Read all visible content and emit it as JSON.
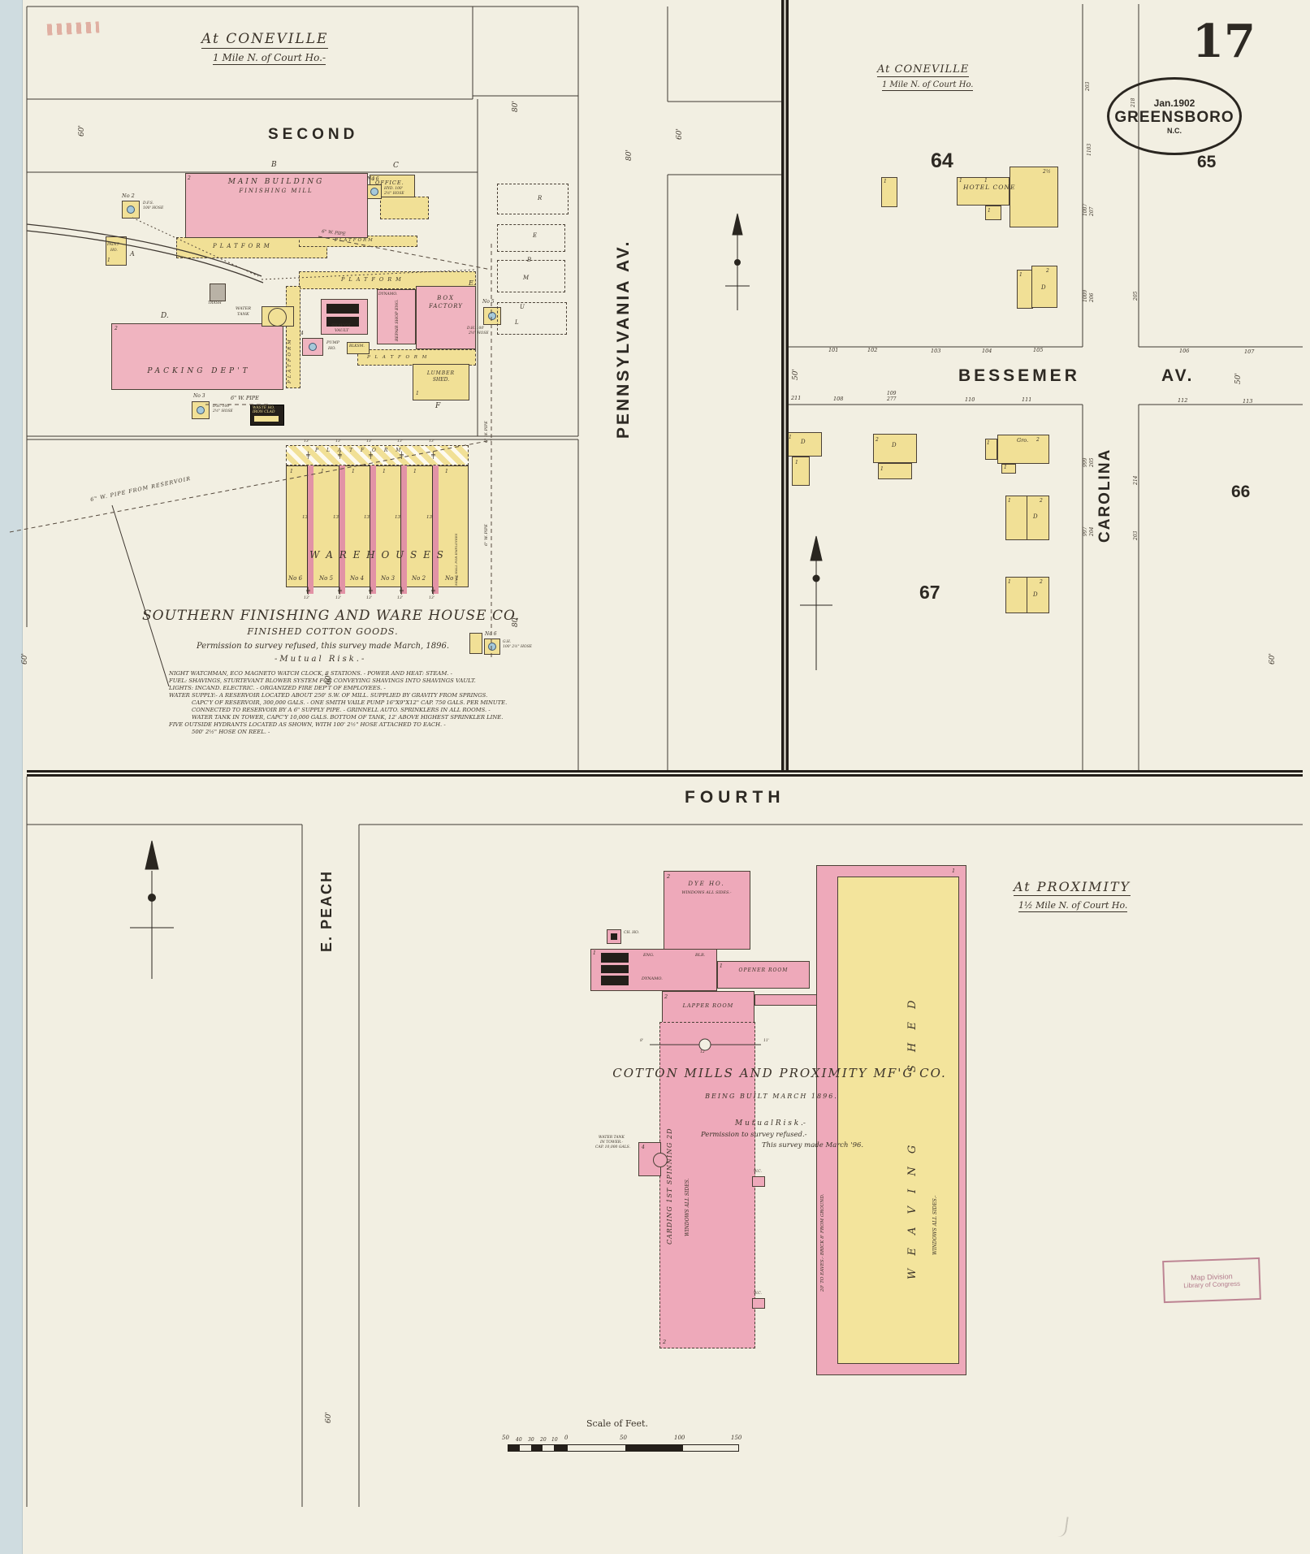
{
  "sheet": {
    "number": "17"
  },
  "oval": {
    "date": "Jan.1902",
    "city": "GREENSBORO",
    "state": "N.C."
  },
  "headers": {
    "left": {
      "title": "At CONEVILLE",
      "sub": "1 Mile N. of Court Ho.-"
    },
    "right": {
      "title": "At CONEVILLE",
      "sub": "1 Mile N. of Court Ho."
    },
    "proximity": {
      "title": "At PROXIMITY",
      "sub": "1½ Mile N. of Court Ho."
    }
  },
  "streets": {
    "second": "SECOND",
    "pennsylvania": "PENNSYLVANIA",
    "penn_av": "AV.",
    "bessemer": "BESSEMER",
    "bess_av": "AV.",
    "carolina": "CAROLINA",
    "fourth": "FOURTH",
    "epeach": "E. PEACH"
  },
  "dims": {
    "d50": "50'",
    "d60": "60'",
    "d80": "80'",
    "w13": "13'"
  },
  "blocks": {
    "b64": "64",
    "b65": "65",
    "b66": "66",
    "b67": "67"
  },
  "marks": {
    "one": "1",
    "two": "2",
    "a": "A",
    "b": "B",
    "c": "C",
    "d": "D.",
    "dw": "D",
    "e": "E.",
    "f": "F",
    "gro": "Gro.",
    "two_half": "2½",
    "thirteen": "13",
    "riser": "╪",
    "four": "4",
    "twelve": "12",
    "eight": "8'",
    "eleven": "11'"
  },
  "mill": {
    "main1": "MAIN BUILDING",
    "main2": "FINISHING MILL",
    "office": "OFFICE.",
    "platform": "PLATFORM",
    "platform_sp": "P L A T F O R M",
    "packing": "PACKING DEP'T",
    "box1": "BOX",
    "box2": "FACTORY",
    "lumber1": "LUMBER",
    "lumber2": "SHED.",
    "water1": "WATER",
    "water2": "TANK",
    "vault1": "SHAV'GS",
    "vault2": "VAULT",
    "pump1": "PUMP",
    "pump2": "HO.",
    "blksm": "BLKSM.",
    "dynamo": "DYNAMO.",
    "repair": "REPAIR SHOP ENG.",
    "paint1": "PAINT",
    "paint2": "HO.",
    "trash": "TRASH",
    "waste1": "WASTE HO.",
    "waste2": "IRON CLAD",
    "hyd2_no": "No 2",
    "hyd2a": "D.F.S.",
    "hyd2b": "100' HOSE",
    "hyd3_no": "No 3",
    "hyd3a": "D.H. 100'",
    "hyd3b": "2½\" HOSE",
    "hyd5_no": "No 5",
    "hyd5a": "D.H. 100'",
    "hyd5b": "2½\" HOSE",
    "hyd6_no": "No 6",
    "hyd6a": "HYD. 100'",
    "hyd6b": "2½\" HOSE",
    "hyd7_no": "No 6",
    "hyd7a": "G.H.",
    "hyd7b": "100' 2½\" HOSE",
    "pipe6": "6\" W. PIPE",
    "pipe6v": "6\" W. PIPE",
    "pipe_res": "6\" W. PIPE  FROM  RESERVOIR",
    "mdse": "MDSE HALL FOR EMPLOYEES",
    "lum_l": "L",
    "lum_u": "U",
    "lum_m": "M",
    "lum_b": "B",
    "lum_e": "E",
    "lum_r": "R"
  },
  "warehouses": {
    "title": "W A R E    H O U S E S",
    "no6": "No 6",
    "no5": "No 5",
    "no4": "No 4",
    "no3": "No 3",
    "no2": "No 2",
    "no1": "No 1"
  },
  "company": {
    "name": "SOUTHERN FINISHING AND WARE HOUSE CO.",
    "sub": "FINISHED COTTON GOODS.",
    "note": "Permission to survey refused,  this survey made March, 1896."
  },
  "risk": {
    "heading": "-Mutual   Risk.-",
    "l1": "NIGHT WATCHMAN, ECO MAGNETO WATCH CLOCK, 8 STATIONS. - POWER AND HEAT: STEAM. -",
    "l2": "FUEL: SHAVINGS, STURTEVANT BLOWER SYSTEM FOR CONVEYING SHAVINGS INTO SHAVINGS VAULT.",
    "l3": "LIGHTS: INCAND. ELECTRIC. -  ORGANIZED FIRE DEP'T OF EMPLOYEES. -",
    "l4": "WATER SUPPLY:- A RESERVOIR LOCATED ABOUT 250' S.W. OF MILL. SUPPLIED BY GRAVITY FROM SPRINGS.",
    "l5": "CAPC'Y OF RESERVOIR, 300,000 GALS. - ONE SMITH VAILE PUMP 16\"X9\"X12\" CAP. 750 GALS. PER MINUTE.",
    "l6": "CONNECTED TO RESERVOIR BY A 6\" SUPPLY PIPE. - GRINNELL AUTO. SPRINKLERS IN ALL ROOMS. -",
    "l7": "WATER TANK IN TOWER, CAPC'Y 10,000 GALS. BOTTOM OF TANK, 12' ABOVE HIGHEST SPRINKLER LINE.",
    "l8": "FIVE OUTSIDE HYDRANTS LOCATED AS SHOWN, WITH 100' 2½\" HOSE ATTACHED TO EACH. -",
    "l9": "500' 2½\" HOSE ON REEL. -"
  },
  "proximity_mill": {
    "title": "COTTON  MILLS  AND  PROXIMITY  MF'G  CO.",
    "built": "BEING   BUILT   MARCH   1896.",
    "risk": "M u t u a l        R i s k .-",
    "perm": "Permission to survey refused.-",
    "survey": "This survey made March '96.",
    "dye": "DYE  HO.",
    "dye2": "WINDOWS ALL SIDES.-",
    "ch": "CH. HO.",
    "eng": "ENG.",
    "dynamo": "DYNAMO.",
    "blr": "BLR.",
    "opener": "OPENER  ROOM",
    "lapper": "LAPPER  ROOM",
    "wc": "W.C.",
    "carding": "CARDING 1ST    SPINNING 2D",
    "windows": "WINDOWS ALL SIDES.",
    "weaving": "W E A V I N G",
    "shed": "S H E D",
    "shed_win": "WINDOWS ALL SIDES.-",
    "eaves": "20' TO EAVES.-  BRICK 8' FROM GROUND.",
    "tank1": "WATER TANK",
    "tank2": "IN TOWER.-",
    "tank3": "CAP. 10,000 GALS."
  },
  "hotel": {
    "name": "HOTEL  CONE"
  },
  "bessemer_lots": {
    "n101": "101",
    "n102": "102",
    "n103": "103",
    "n104": "104",
    "n105": "105",
    "n106": "106",
    "n107": "107",
    "s211": "211",
    "s108": "108",
    "s109": "109",
    "s277": "277",
    "s110": "110",
    "s111": "111",
    "s112": "112",
    "s113": "113"
  },
  "carolina_lots": {
    "w1": "203",
    "w2": "1103",
    "w3a": "1007",
    "w3b": "207",
    "w4a": "1009",
    "w4b": "206",
    "w5a": "999",
    "w5b": "205",
    "w6a": "997",
    "w6b": "204",
    "e1": "218",
    "e2": "205",
    "e3": "214",
    "e4": "203"
  },
  "scale": {
    "title": "Scale of Feet.",
    "n50l": "50",
    "n40": "40",
    "n30": "30",
    "n20": "20",
    "n10": "10",
    "n0": "0",
    "n50r": "50",
    "n100": "100",
    "n150": "150"
  },
  "loc_stamp": {
    "l1": "Map Division",
    "l2": "Library of Congress"
  }
}
